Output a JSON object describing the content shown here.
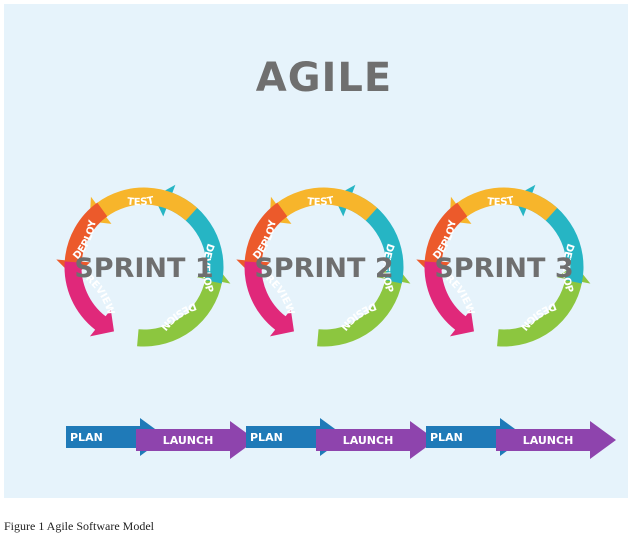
{
  "diagram": {
    "title": "AGILE",
    "sprints": [
      {
        "label": "SPRINT 1",
        "test": "TEST",
        "develop": "DEVELOP",
        "design": "DESIGN",
        "review": "REVIEW",
        "deploy": "DEPLOY",
        "plan": "PLAN",
        "launch": "LAUNCH"
      },
      {
        "label": "SPRINT 2",
        "test": "TEST",
        "develop": "DEVELOP",
        "design": "DESIGN",
        "review": "REVIEW",
        "deploy": "DEPLOY",
        "plan": "PLAN",
        "launch": "LAUNCH"
      },
      {
        "label": "SPRINT 3",
        "test": "TEST",
        "develop": "DEVELOP",
        "design": "DESIGN",
        "review": "REVIEW",
        "deploy": "DEPLOY",
        "plan": "PLAN",
        "launch": "LAUNCH"
      }
    ],
    "colors": {
      "background": "#e6f3fb",
      "test": "#f7b52b",
      "develop": "#8cc63f",
      "design": "#26b5c4",
      "review": "#e0287a",
      "deploy": "#ec5a2b",
      "plan": "#1f7ab8",
      "launch": "#8e44ad",
      "text": "#6f6f6f"
    }
  },
  "caption": "Figure 1 Agile Software Model"
}
